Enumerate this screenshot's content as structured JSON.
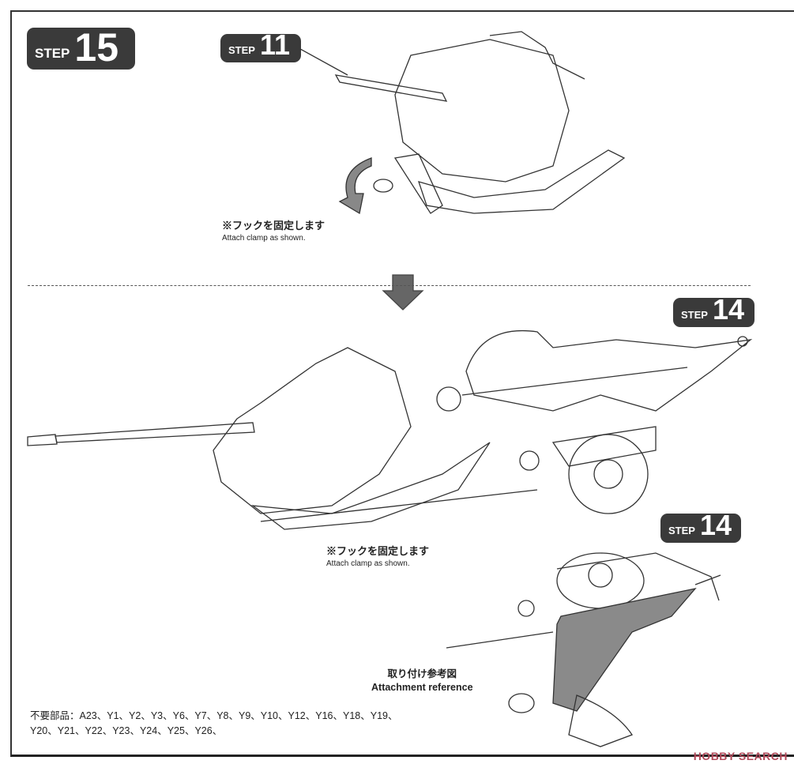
{
  "steps": {
    "main": {
      "label": "STEP",
      "number": "15"
    },
    "ref_top": {
      "label": "STEP",
      "number": "11"
    },
    "ref_right": {
      "label": "STEP",
      "number": "14"
    },
    "ref_lower": {
      "label": "STEP",
      "number": "14"
    }
  },
  "notes": [
    {
      "jp": "※フックを固定します",
      "en": "Attach clamp as shown."
    },
    {
      "jp": "※フックを固定します",
      "en": "Attach clamp as shown."
    }
  ],
  "attachment_reference": {
    "jp": "取り付け参考図",
    "en": "Attachment reference"
  },
  "unused_parts": {
    "line1": "不要部品：A23、Y1、Y2、Y3、Y6、Y7、Y8、Y9、Y10、Y12、Y16、Y18、Y19、",
    "line2": "Y20、Y21、Y22、Y23、Y24、Y25、Y26、"
  },
  "watermark": "HOBBY SEARCH"
}
